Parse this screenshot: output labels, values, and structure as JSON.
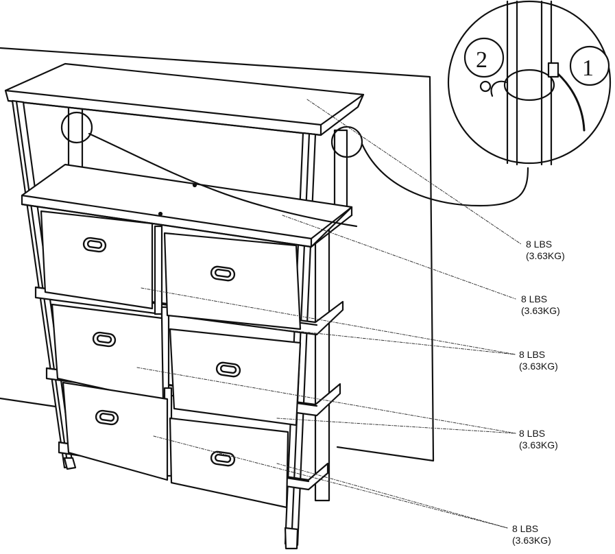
{
  "colors": {
    "line": "#111111",
    "leader": "#333333",
    "box_fill": "#ffffff",
    "background": "#ffffff"
  },
  "detail": {
    "callout_1": "1",
    "callout_2": "2",
    "icon": "cable-tie-wall-anchor-icon"
  },
  "weight_labels": [
    {
      "lbs": "8 LBS",
      "kg": "(3.63KG)"
    },
    {
      "lbs": "8 LBS",
      "kg": "(3.63KG)"
    },
    {
      "lbs": "8 LBS",
      "kg": "(3.63KG)"
    },
    {
      "lbs": "8 LBS",
      "kg": "(3.63KG)"
    },
    {
      "lbs": "8 LBS",
      "kg": "(3.63KG)"
    }
  ]
}
